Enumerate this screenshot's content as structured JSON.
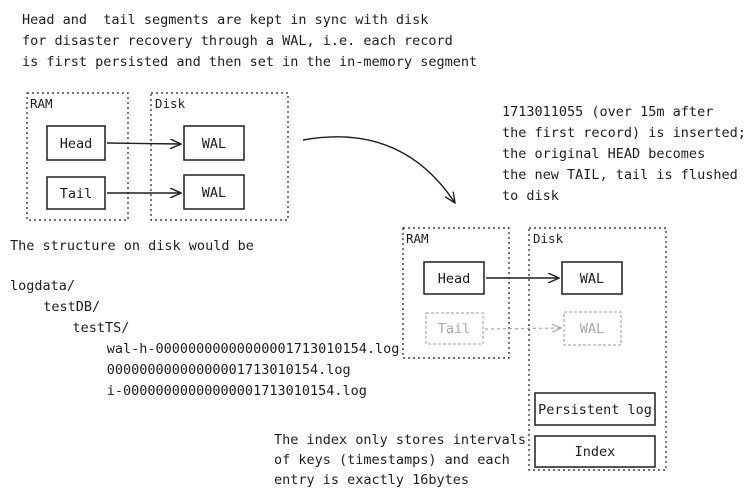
{
  "top_note": [
    "Head and  tail segments are kept in sync with disk",
    "for disaster recovery through a WAL, i.e. each record",
    "is first persisted and then set in the in-memory segment"
  ],
  "left_diagram": {
    "ram_label": "RAM",
    "disk_label": "Disk",
    "head_label": "Head",
    "tail_label": "Tail",
    "wal1_label": "WAL",
    "wal2_label": "WAL"
  },
  "structure_heading": "The structure on disk would be",
  "tree": [
    "logdata/",
    "  testDB/",
    "    testTS/",
    "      wal-h-00000000000000001713010154.log",
    "      00000000000000001713010154.log",
    "      i-00000000000000001713010154.log"
  ],
  "right_note": [
    "1713011055 (over 15m after",
    "the first record) is inserted;",
    "the original HEAD becomes",
    "the new TAIL, tail is flushed",
    "to disk"
  ],
  "right_diagram": {
    "ram_label": "RAM",
    "disk_label": "Disk",
    "head_label": "Head",
    "tail_label": "Tail",
    "wal1_label": "WAL",
    "wal2_label": "WAL",
    "persistent_log_label": "Persistent log",
    "index_label": "Index"
  },
  "index_note": [
    "The index only stores intervals",
    "of keys (timestamps) and each",
    "entry is exactly 16bytes"
  ]
}
